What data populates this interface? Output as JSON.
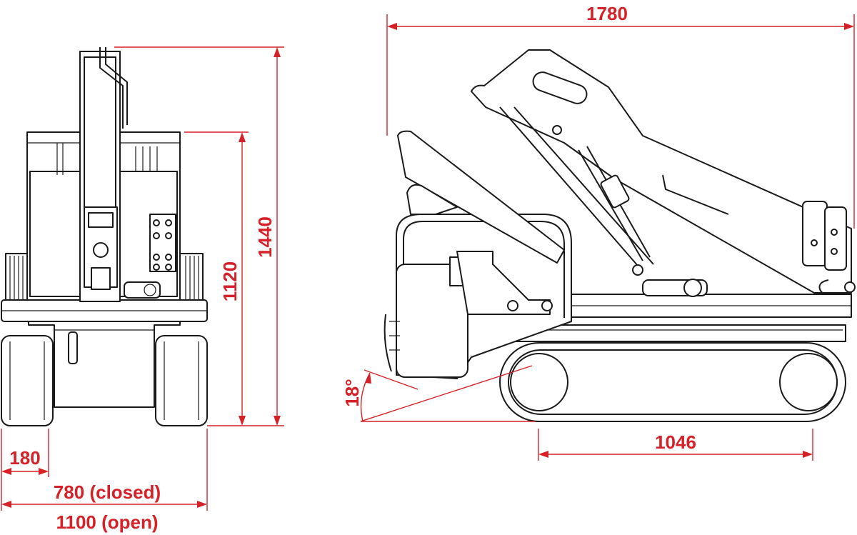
{
  "dimensions": {
    "overall_length": "1780",
    "overall_height": "1440",
    "body_height": "1120",
    "track_length": "1046",
    "track_width": "180",
    "width_closed": "780 (closed)",
    "width_open": "1100 (open)",
    "approach_angle": "18°"
  },
  "colors": {
    "dimension": "#d62128",
    "outline": "#1a1a1a",
    "background": "#ffffff"
  }
}
